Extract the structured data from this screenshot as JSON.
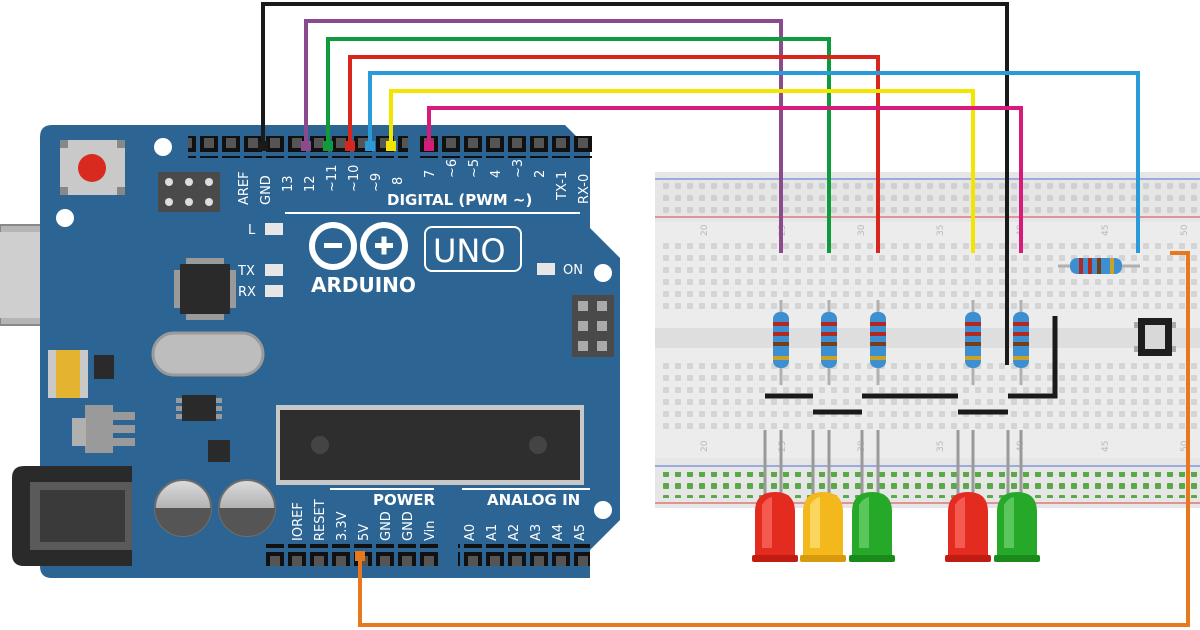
{
  "board": {
    "name": "ARDUINO",
    "model": "UNO",
    "digital_header": "DIGITAL (PWM ~)",
    "power_header": "POWER",
    "analog_header": "ANALOG IN",
    "led_l": "L",
    "led_tx": "TX",
    "led_rx": "RX",
    "led_on": "ON",
    "digital_pins_left": [
      "AREF",
      "GND",
      "13",
      "12",
      "~11",
      "~10",
      "~9",
      "8"
    ],
    "digital_pins_right": [
      "7",
      "~6",
      "~5",
      "4",
      "~3",
      "2",
      "TX-1",
      "RX-0"
    ],
    "power_pins": [
      "IOREF",
      "RESET",
      "3.3V",
      "5V",
      "GND",
      "GND",
      "Vin"
    ],
    "analog_pins": [
      "A0",
      "A1",
      "A2",
      "A3",
      "A4",
      "A5"
    ]
  },
  "breadboard": {
    "column_numbers": [
      "20",
      "25",
      "30",
      "35",
      "40",
      "45",
      "50"
    ]
  },
  "colors": {
    "board_blue": "#2c6493",
    "wire_black": "#1a1a1a",
    "wire_purple": "#8b4a8e",
    "wire_green": "#0f9a3c",
    "wire_red": "#d9261c",
    "wire_blue": "#2a9ad8",
    "wire_yellow": "#f2e500",
    "wire_magenta": "#d81b7a",
    "wire_orange": "#e8781e",
    "led_red": "#e32b1f",
    "led_yellow": "#f2b81c",
    "led_green": "#26a829"
  }
}
